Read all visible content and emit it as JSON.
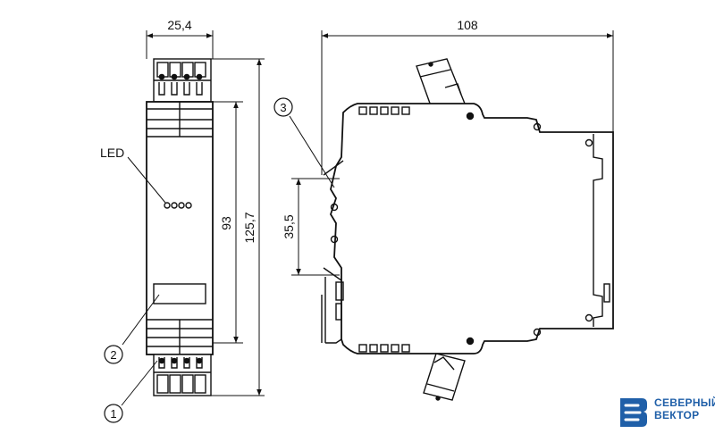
{
  "front_view": {
    "width_label": "25,4",
    "height_inner_label": "93",
    "height_outer_label": "125,7",
    "led_label": "LED"
  },
  "side_view": {
    "depth_label": "108",
    "rail_label": "35,5"
  },
  "callouts": [
    "1",
    "2",
    "3"
  ],
  "logo": {
    "line1": "СЕВЕРНЫЙ",
    "line2": "ВЕКТОР",
    "color": "#1f5fa8"
  }
}
